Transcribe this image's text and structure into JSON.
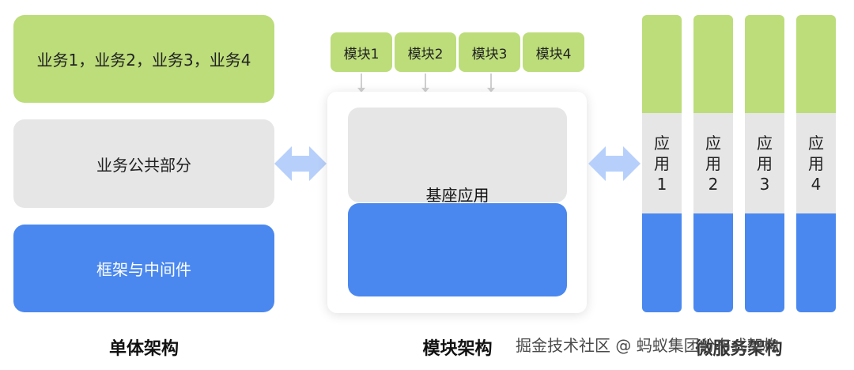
{
  "monolith": {
    "business_label": "业务1，业务2，业务3，业务4",
    "common_label": "业务公共部分",
    "framework_label": "框架与中间件",
    "title": "单体架构"
  },
  "modular": {
    "modules": [
      "模块1",
      "模块2",
      "模块3",
      "模块4"
    ],
    "base_label": "基座应用",
    "title": "模块架构"
  },
  "microservice": {
    "apps": [
      {
        "line1": "应",
        "line2": "用",
        "line3": "1"
      },
      {
        "line1": "应",
        "line2": "用",
        "line3": "2"
      },
      {
        "line1": "应",
        "line2": "用",
        "line3": "3"
      },
      {
        "line1": "应",
        "line2": "用",
        "line3": "4"
      }
    ],
    "title": "微服务架构"
  },
  "watermark": "掘金技术社区 @ 蚂蚁集团分布式架构",
  "colors": {
    "business_green": "#bcdd7a",
    "common_gray": "#e6e6e6",
    "framework_blue": "#4a88ef",
    "arrow_blue": "#b7d0fb"
  }
}
